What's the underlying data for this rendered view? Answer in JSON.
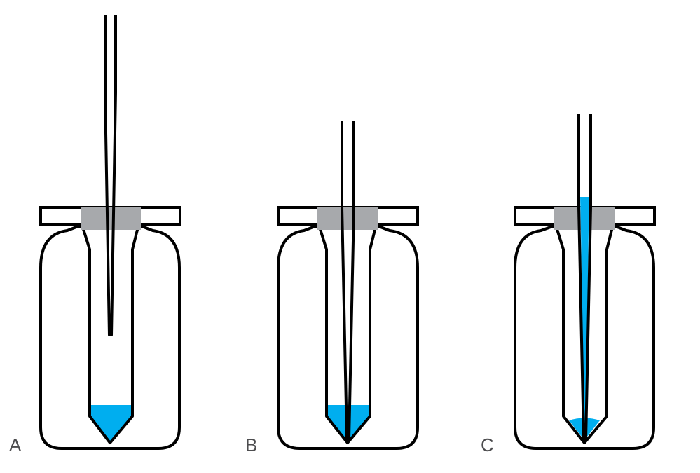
{
  "panels": [
    {
      "id": "A",
      "label": "A",
      "state": "pipette-tip-above-sample"
    },
    {
      "id": "B",
      "label": "B",
      "state": "pipette-tip-inserted-into-sample"
    },
    {
      "id": "C",
      "label": "C",
      "state": "sample-drawn-into-pipette-tip"
    }
  ],
  "colors": {
    "liquid": "#00aeef",
    "cap": "#a7a9ac",
    "outline": "#000000",
    "label": "#4d4d4f",
    "background": "#ffffff"
  }
}
